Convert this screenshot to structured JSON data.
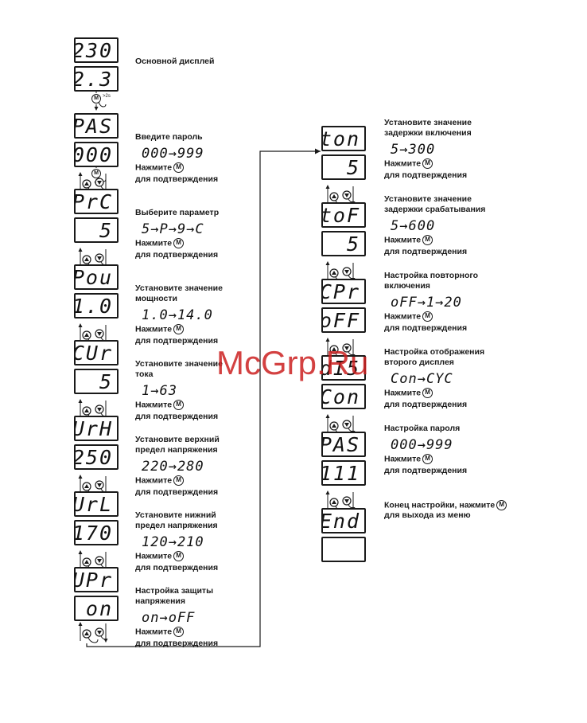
{
  "watermark": "McGrp.Ru",
  "button_letter": "M",
  "hold_time": ">2s",
  "confirm_line1": "Нажмите",
  "confirm_line2": "для подтверждения",
  "left_steps": [
    {
      "top": "230",
      "bottom": "2.3",
      "label1": "Основной дисплей",
      "label2": "",
      "range": "",
      "confirm": false
    },
    {
      "top": "PAS",
      "bottom": "000",
      "label1": "Введите пароль",
      "label2": "",
      "range": "000→999",
      "confirm": true
    },
    {
      "top": "PrC",
      "bottom": "5",
      "label1": "Выберите параметр",
      "label2": "",
      "range": "5→P→9→C",
      "confirm": true
    },
    {
      "top": "Pou",
      "bottom": "1.0",
      "label1": "Установите значение",
      "label2": "мощности",
      "range": "1.0→14.0",
      "confirm": true
    },
    {
      "top": "CUr",
      "bottom": "5",
      "label1": "Установите значение",
      "label2": "тока",
      "range": "1→63",
      "confirm": true
    },
    {
      "top": "UrH",
      "bottom": "250",
      "label1": "Установите верхний",
      "label2": "предел напряжения",
      "range": "220→280",
      "confirm": true
    },
    {
      "top": "UrL",
      "bottom": "170",
      "label1": "Установите нижний",
      "label2": "предел напряжения",
      "range": "120→210",
      "confirm": true
    },
    {
      "top": "UPr",
      "bottom": "on",
      "label1": "Настройка защиты",
      "label2": "напряжения",
      "range": "on→oFF",
      "confirm": true
    }
  ],
  "right_steps": [
    {
      "top": "ton",
      "bottom": "5",
      "label1": "Установите значение",
      "label2": "задержки включения",
      "range": "5→300",
      "confirm": true
    },
    {
      "top": "toF",
      "bottom": "5",
      "label1": "Установите значение",
      "label2": "задержки срабатывания",
      "range": "5→600",
      "confirm": true
    },
    {
      "top": "CPr",
      "bottom": "oFF",
      "label1": "Настройка повторного",
      "label2": "включения",
      "range": "oFF→1→20",
      "confirm": true
    },
    {
      "top": "dI5",
      "bottom": "Con",
      "label1": "Настройка отображения",
      "label2": "второго дисплея",
      "range": "Con→CYC",
      "confirm": true
    },
    {
      "top": "PAS",
      "bottom": "111",
      "label1": "Настройка пароля",
      "label2": "",
      "range": "000→999",
      "confirm": true
    },
    {
      "top": "End",
      "bottom": "",
      "label1": "Конец настройки, нажмите",
      "label2": "для выхода из меню",
      "range": "",
      "confirm": false
    }
  ]
}
